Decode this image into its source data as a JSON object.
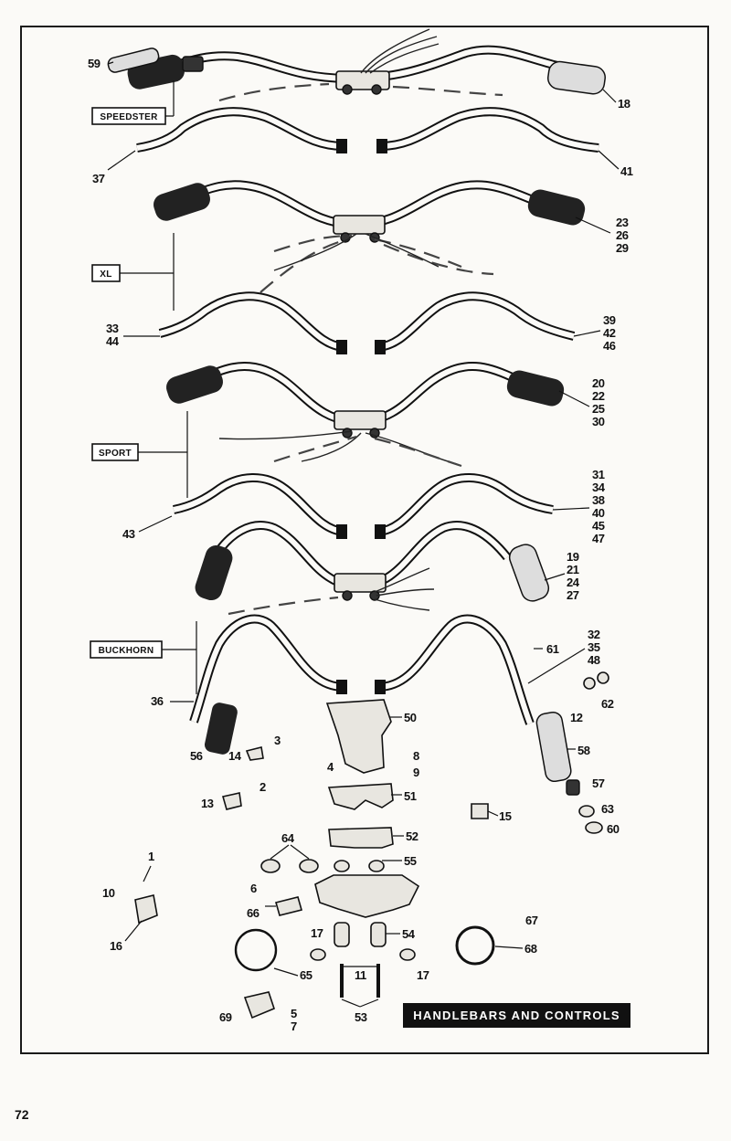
{
  "title": "HANDLEBARS AND CONTROLS",
  "page_number": "72",
  "bar_types": [
    {
      "key": "speedster",
      "label": "SPEEDSTER"
    },
    {
      "key": "xl",
      "label": "XL"
    },
    {
      "key": "sport",
      "label": "SPORT"
    },
    {
      "key": "buckhorn",
      "label": "BUCKHORN"
    }
  ],
  "callouts": {
    "c59": "59",
    "c18a": "18",
    "c37": "37",
    "c41": "41",
    "c23": "23",
    "c26": "26",
    "c29": "29",
    "c33": "33",
    "c44": "44",
    "c39": "39",
    "c42": "42",
    "c46": "46",
    "c20": "20",
    "c22": "22",
    "c25": "25",
    "c30": "30",
    "c31": "31",
    "c34": "34",
    "c38": "38",
    "c40": "40",
    "c45": "45",
    "c47": "47",
    "c43": "43",
    "c19": "19",
    "c21": "21",
    "c24": "24",
    "c27": "27",
    "c32": "32",
    "c35": "35",
    "c48": "48",
    "c61": "61",
    "c36": "36",
    "c50": "50",
    "c62": "62",
    "c12": "12",
    "c3": "3",
    "c14": "14",
    "c56": "56",
    "c4": "4",
    "c8": "8",
    "c9": "9",
    "c58": "58",
    "c2": "2",
    "c13": "13",
    "c51": "51",
    "c57": "57",
    "c15": "15",
    "c63": "63",
    "c60": "60",
    "c52": "52",
    "c64": "64",
    "c55": "55",
    "c1": "1",
    "c10": "10",
    "c16": "16",
    "c6": "6",
    "c66": "66",
    "c17a": "17",
    "c54": "54",
    "c67": "67",
    "c68": "68",
    "c65": "65",
    "c11": "11",
    "c17b": "17",
    "c69": "69",
    "c5": "5",
    "c7": "7",
    "c53": "53"
  }
}
